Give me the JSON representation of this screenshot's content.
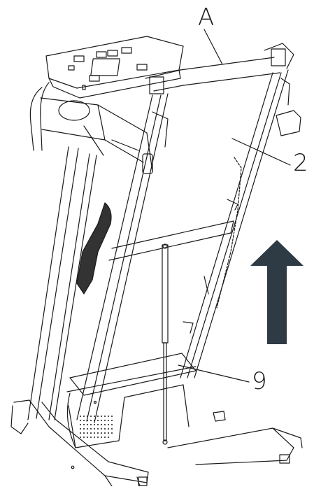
{
  "diagram": {
    "labels": {
      "a": "A",
      "two": "2",
      "nine": "9"
    },
    "colors": {
      "line": "#1a1a1a",
      "arrow": "#2e3a44",
      "background": "#ffffff",
      "handle_dark": "#333333"
    },
    "icons": {
      "up_arrow": "arrow-up-icon"
    }
  }
}
